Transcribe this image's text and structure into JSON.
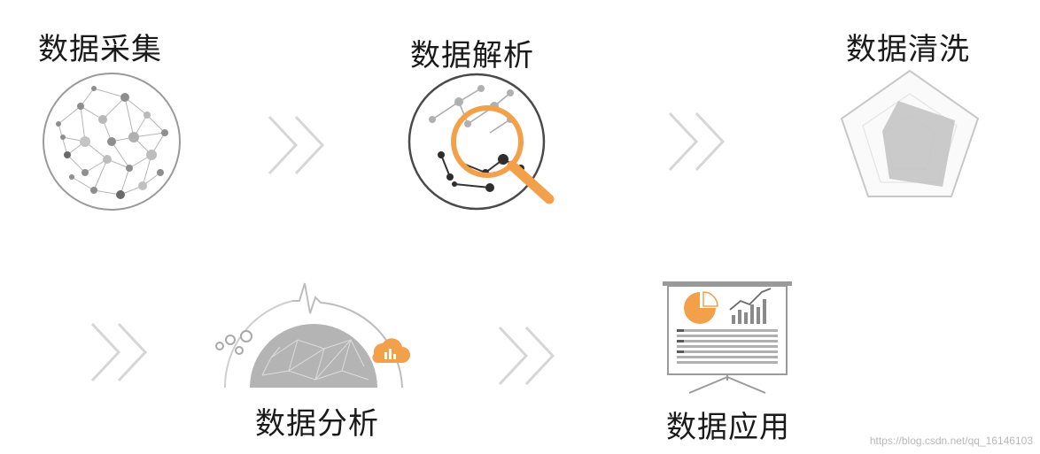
{
  "steps": [
    {
      "label": "数据采集"
    },
    {
      "label": "数据解析"
    },
    {
      "label": "数据清洗"
    },
    {
      "label": "数据分析"
    },
    {
      "label": "数据应用"
    }
  ],
  "watermark": "https://blog.csdn.net/qq_16146103",
  "colors": {
    "accent": "#f3a04b",
    "gray": "#a9a9a9",
    "dark": "#3e3e3e",
    "chevron": "#d6d6d6"
  }
}
